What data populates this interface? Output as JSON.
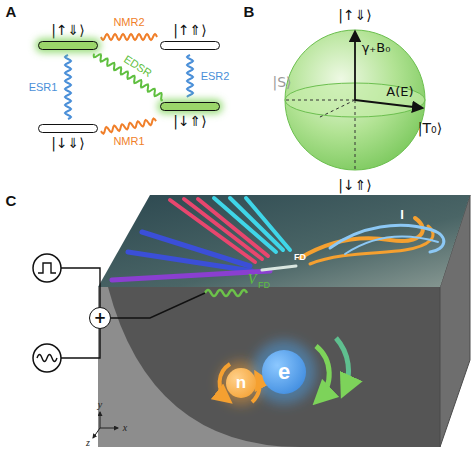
{
  "diagram": {
    "nodes": [
      {
        "text": [
          "|↑⇓⟩"
        ]
      },
      {
        "text": [
          "|↑⇑⟩"
        ]
      },
      {
        "text": [
          "|↓⇓⟩"
        ]
      },
      {
        "text": [
          "|↓⇑⟩"
        ]
      },
      {
        "text": [
          "+"
        ]
      },
      {
        "text": [
          "n"
        ]
      },
      {
        "text": [
          "e"
        ]
      }
    ],
    "edges": [
      {
        "from": 0,
        "to": 1,
        "label": "NMR2",
        "arrow": "none"
      },
      {
        "from": 0,
        "to": 2,
        "label": "ESR1",
        "arrow": "none"
      },
      {
        "from": 0,
        "to": 3,
        "label": "EDSR",
        "arrow": "none"
      },
      {
        "from": 1,
        "to": 3,
        "label": "ESR2",
        "arrow": "none"
      },
      {
        "from": 2,
        "to": 3,
        "label": "NMR1",
        "arrow": "none"
      }
    ],
    "labels": [
      "A",
      "B",
      "|↑⇓⟩",
      "γ₊B₀",
      "|S⟩",
      "A(E)",
      "|T₀⟩",
      "|↓⇑⟩",
      "C",
      "I",
      "FD",
      "V",
      "FD",
      "y",
      "x",
      "z"
    ]
  }
}
